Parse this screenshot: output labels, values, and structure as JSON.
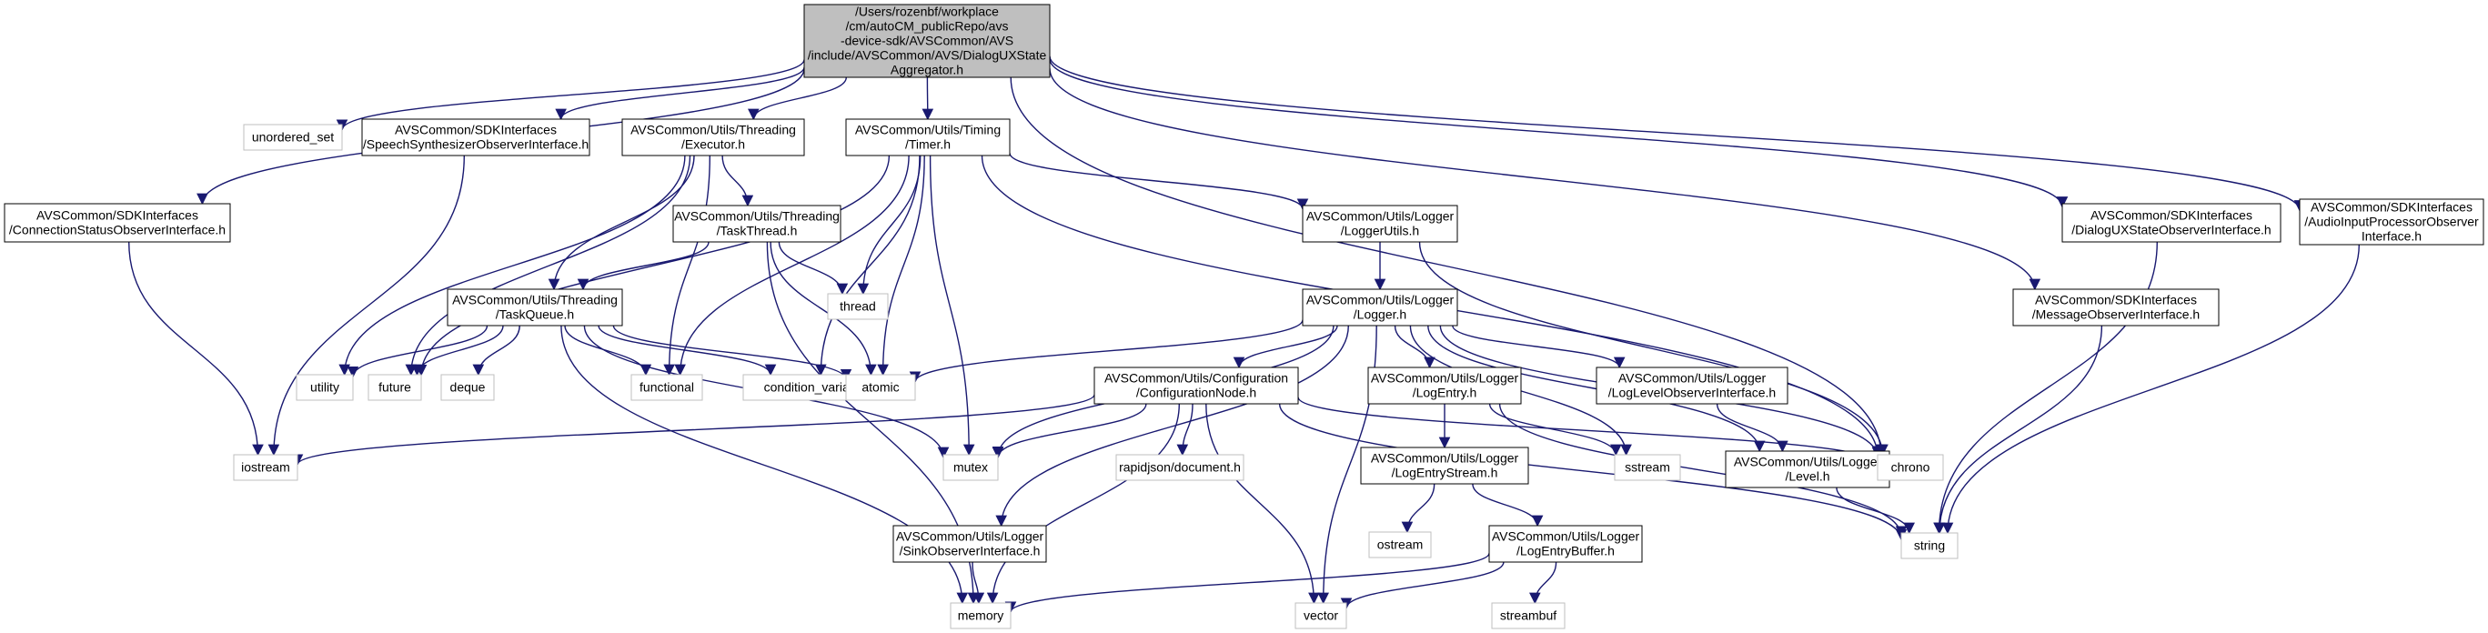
{
  "colors": {
    "edge": "#191970",
    "main_fill": "#bfbfbf",
    "node_border": "#000000",
    "system_border": "#bfbfbf"
  },
  "nodes": [
    {
      "id": "main",
      "kind": "main",
      "lines": [
        "/Users/rozenbf/workplace",
        "/cm/autoCM_publicRepo/avs",
        "-device-sdk/AVSCommon/AVS",
        "/include/AVSCommon/AVS/DialogUXState",
        "Aggregator.h"
      ]
    },
    {
      "id": "connstatus",
      "kind": "file",
      "lines": [
        "AVSCommon/SDKInterfaces",
        "/ConnectionStatusObserverInterface.h"
      ]
    },
    {
      "id": "unordered_set",
      "kind": "sys",
      "lines": [
        "unordered_set"
      ]
    },
    {
      "id": "speechsynth",
      "kind": "file",
      "lines": [
        "AVSCommon/SDKInterfaces",
        "/SpeechSynthesizerObserverInterface.h"
      ]
    },
    {
      "id": "executor",
      "kind": "file",
      "lines": [
        "AVSCommon/Utils/Threading",
        "/Executor.h"
      ]
    },
    {
      "id": "timer",
      "kind": "file",
      "lines": [
        "AVSCommon/Utils/Timing",
        "/Timer.h"
      ]
    },
    {
      "id": "dialogux",
      "kind": "file",
      "lines": [
        "AVSCommon/SDKInterfaces",
        "/DialogUXStateObserverInterface.h"
      ]
    },
    {
      "id": "audioinput",
      "kind": "file",
      "lines": [
        "AVSCommon/SDKInterfaces",
        "/AudioInputProcessorObserver",
        "Interface.h"
      ]
    },
    {
      "id": "message",
      "kind": "file",
      "lines": [
        "AVSCommon/SDKInterfaces",
        "/MessageObserverInterface.h"
      ]
    },
    {
      "id": "taskthread",
      "kind": "file",
      "lines": [
        "AVSCommon/Utils/Threading",
        "/TaskThread.h"
      ]
    },
    {
      "id": "loggerutils",
      "kind": "file",
      "lines": [
        "AVSCommon/Utils/Logger",
        "/LoggerUtils.h"
      ]
    },
    {
      "id": "taskqueue",
      "kind": "file",
      "lines": [
        "AVSCommon/Utils/Threading",
        "/TaskQueue.h"
      ]
    },
    {
      "id": "thread",
      "kind": "sys",
      "lines": [
        "thread"
      ]
    },
    {
      "id": "logger",
      "kind": "file",
      "lines": [
        "AVSCommon/Utils/Logger",
        "/Logger.h"
      ]
    },
    {
      "id": "utility",
      "kind": "sys",
      "lines": [
        "utility"
      ]
    },
    {
      "id": "future",
      "kind": "sys",
      "lines": [
        "future"
      ]
    },
    {
      "id": "deque",
      "kind": "sys",
      "lines": [
        "deque"
      ]
    },
    {
      "id": "functional",
      "kind": "sys",
      "lines": [
        "functional"
      ]
    },
    {
      "id": "condvar",
      "kind": "sys",
      "lines": [
        "condition_variable"
      ]
    },
    {
      "id": "atomic",
      "kind": "sys",
      "lines": [
        "atomic"
      ]
    },
    {
      "id": "confignode",
      "kind": "file",
      "lines": [
        "AVSCommon/Utils/Configuration",
        "/ConfigurationNode.h"
      ]
    },
    {
      "id": "logentry",
      "kind": "file",
      "lines": [
        "AVSCommon/Utils/Logger",
        "/LogEntry.h"
      ]
    },
    {
      "id": "loglevelobs",
      "kind": "file",
      "lines": [
        "AVSCommon/Utils/Logger",
        "/LogLevelObserverInterface.h"
      ]
    },
    {
      "id": "iostream",
      "kind": "sys",
      "lines": [
        "iostream"
      ]
    },
    {
      "id": "mutex",
      "kind": "sys",
      "lines": [
        "mutex"
      ]
    },
    {
      "id": "rapidjson",
      "kind": "sys",
      "lines": [
        "rapidjson/document.h"
      ]
    },
    {
      "id": "sstream",
      "kind": "sys",
      "lines": [
        "sstream"
      ]
    },
    {
      "id": "level",
      "kind": "file",
      "lines": [
        "AVSCommon/Utils/Logger",
        "/Level.h"
      ]
    },
    {
      "id": "chrono",
      "kind": "sys",
      "lines": [
        "chrono"
      ]
    },
    {
      "id": "logentrystream",
      "kind": "file",
      "lines": [
        "AVSCommon/Utils/Logger",
        "/LogEntryStream.h"
      ]
    },
    {
      "id": "sinkobs",
      "kind": "file",
      "lines": [
        "AVSCommon/Utils/Logger",
        "/SinkObserverInterface.h"
      ]
    },
    {
      "id": "ostream",
      "kind": "sys",
      "lines": [
        "ostream"
      ]
    },
    {
      "id": "logentrybuffer",
      "kind": "file",
      "lines": [
        "AVSCommon/Utils/Logger",
        "/LogEntryBuffer.h"
      ]
    },
    {
      "id": "string",
      "kind": "sys",
      "lines": [
        "string"
      ]
    },
    {
      "id": "memory",
      "kind": "sys",
      "lines": [
        "memory"
      ]
    },
    {
      "id": "vector",
      "kind": "sys",
      "lines": [
        "vector"
      ]
    },
    {
      "id": "streambuf",
      "kind": "sys",
      "lines": [
        "streambuf"
      ]
    }
  ],
  "edges": [
    [
      "main",
      "connstatus"
    ],
    [
      "main",
      "unordered_set"
    ],
    [
      "main",
      "speechsynth"
    ],
    [
      "main",
      "executor"
    ],
    [
      "main",
      "timer"
    ],
    [
      "main",
      "chrono"
    ],
    [
      "main",
      "message"
    ],
    [
      "main",
      "dialogux"
    ],
    [
      "main",
      "audioinput"
    ],
    [
      "connstatus",
      "iostream"
    ],
    [
      "speechsynth",
      "iostream"
    ],
    [
      "executor",
      "taskthread"
    ],
    [
      "executor",
      "taskqueue"
    ],
    [
      "executor",
      "utility"
    ],
    [
      "executor",
      "future"
    ],
    [
      "executor",
      "functional"
    ],
    [
      "timer",
      "loggerutils"
    ],
    [
      "timer",
      "thread"
    ],
    [
      "timer",
      "condvar"
    ],
    [
      "timer",
      "mutex"
    ],
    [
      "timer",
      "future"
    ],
    [
      "timer",
      "functional"
    ],
    [
      "timer",
      "chrono"
    ],
    [
      "timer",
      "atomic"
    ],
    [
      "taskthread",
      "taskqueue"
    ],
    [
      "taskthread",
      "thread"
    ],
    [
      "taskthread",
      "atomic"
    ],
    [
      "taskthread",
      "memory"
    ],
    [
      "loggerutils",
      "logger"
    ],
    [
      "loggerutils",
      "chrono"
    ],
    [
      "taskqueue",
      "utility"
    ],
    [
      "taskqueue",
      "future"
    ],
    [
      "taskqueue",
      "deque"
    ],
    [
      "taskqueue",
      "functional"
    ],
    [
      "taskqueue",
      "condvar"
    ],
    [
      "taskqueue",
      "atomic"
    ],
    [
      "taskqueue",
      "mutex"
    ],
    [
      "taskqueue",
      "memory"
    ],
    [
      "logger",
      "confignode"
    ],
    [
      "logger",
      "logentry"
    ],
    [
      "logger",
      "loglevelobs"
    ],
    [
      "logger",
      "sinkobs"
    ],
    [
      "logger",
      "level"
    ],
    [
      "logger",
      "atomic"
    ],
    [
      "logger",
      "mutex"
    ],
    [
      "logger",
      "sstream"
    ],
    [
      "logger",
      "chrono"
    ],
    [
      "logger",
      "vector"
    ],
    [
      "confignode",
      "iostream"
    ],
    [
      "confignode",
      "mutex"
    ],
    [
      "confignode",
      "rapidjson"
    ],
    [
      "confignode",
      "memory"
    ],
    [
      "confignode",
      "vector"
    ],
    [
      "confignode",
      "string"
    ],
    [
      "confignode",
      "chrono"
    ],
    [
      "logentry",
      "logentrystream"
    ],
    [
      "logentry",
      "sstream"
    ],
    [
      "logentry",
      "string"
    ],
    [
      "loglevelobs",
      "level"
    ],
    [
      "logentrystream",
      "ostream"
    ],
    [
      "logentrystream",
      "logentrybuffer"
    ],
    [
      "logentrybuffer",
      "streambuf"
    ],
    [
      "logentrybuffer",
      "memory"
    ],
    [
      "logentrybuffer",
      "vector"
    ],
    [
      "sinkobs",
      "memory"
    ],
    [
      "level",
      "string"
    ],
    [
      "message",
      "string"
    ],
    [
      "dialogux",
      "string"
    ],
    [
      "audioinput",
      "string"
    ]
  ]
}
